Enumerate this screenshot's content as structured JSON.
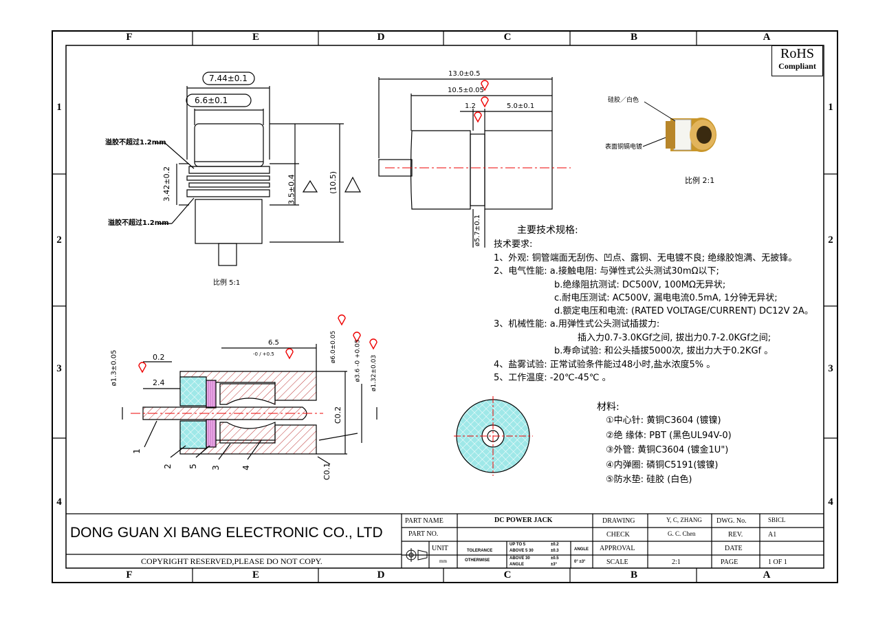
{
  "zones_cols": [
    "F",
    "E",
    "D",
    "C",
    "B",
    "A"
  ],
  "zones_rows": [
    "1",
    "2",
    "3",
    "4"
  ],
  "rohs": {
    "line1": "RoHS",
    "line2": "Compliant"
  },
  "top_view": {
    "dim_width_outer": "7.44±0.1",
    "dim_width_inner": "6.6±0.1",
    "note_top": "溢胶不超过1.2mm",
    "note_bottom": "溢胶不超过1.2mm",
    "dim_groove": "3.42±0.2",
    "dim_body": "3.5±0.4",
    "dim_total": "(10.5)",
    "scale": "比例  5:1"
  },
  "side_view": {
    "dim_total": "13.0±0.5",
    "dim_body": "10.5±0.05",
    "dim_step": "1.2",
    "dim_head": "5.0±0.1",
    "dim_dia": "ø5.7±0.1"
  },
  "photo": {
    "label1": "硅胶／白色",
    "label2": "表面铜镉电镀",
    "scale": "比例    2:1"
  },
  "spec": {
    "title": "主要技术规格:",
    "lines": [
      "技术要求:",
      "1、外观: 铜管端面无刮伤、凹点、露铜、无电镀不良; 绝缘胶饱满、无披锋。",
      "2、电气性能: a.接触电阻: 与弹性式公头测试30mΩ以下;",
      "b.绝缘阻抗测试: DC500V, 100MΩ无异状;",
      "c.耐电压测试: AC500V, 漏电电流0.5mA, 1分钟无异状;",
      "d.额定电压和电流: (RATED VOLTAGE/CURRENT) DC12V 2A。",
      "3、机械性能: a.用弹性式公头测试插拔力:",
      "插入力0.7-3.0KGf之间, 拔出力0.7-2.0KGf之间;",
      "b.寿命试验: 和公头插拔5000次, 拔出力大于0.2KGf 。",
      "4、盐雾试验: 正常试验条件能过48小时,盐水浓度5% 。",
      "5、工作温度: -20℃-45℃ 。"
    ]
  },
  "materials": {
    "title": "材料:",
    "items": [
      "①中心针: 黄铜C3604 (镀镍)",
      "②绝 缘体: PBT (黑色UL94V-0)",
      "③外管: 黄铜C3604 (镀金1U\")",
      "④内弹圈: 磷铜C5191(镀镍)",
      "⑤防水垫: 硅胶 (白色)"
    ]
  },
  "section": {
    "dim_pin": "ø1.3±0.05",
    "dim_gap": "0.2",
    "dim_len": "2.4",
    "dim_65": "6.5",
    "dim_65tol": "-0 / +0.5",
    "dim_od": "ø6.0±0.05",
    "dim_id": "ø3.6 -0 +0.05",
    "dim_hole": "ø1.32±0.03",
    "dim_c02": "C0.2",
    "dim_c01": "C0.1",
    "callouts": [
      "1",
      "2",
      "5",
      "3",
      "4"
    ]
  },
  "title_block": {
    "company": "DONG GUAN XI BANG ELECTRONIC CO., LTD",
    "copyright": "COPYRIGHT RESERVED,PLEASE DO NOT COPY.",
    "part_name_label": "PART NAME",
    "part_name": "DC POWER JACK",
    "part_no_label": "PART NO.",
    "unit_label": "UNIT",
    "unit_value": "mm",
    "tolerance_label": "TOLERANCE",
    "otherwise_label": "OTHERWISE",
    "tol1_range": "UP TO 5",
    "tol1_val": "±0.2",
    "tol2_range": "ABOVE 5  30",
    "tol2_val": "±0.3",
    "tol3_range": "ABOVE 30",
    "tol3_val": "±0.5",
    "angle_label": "ANGLE",
    "angle_val": "0°  ±3°",
    "angle_sub_label": "ANGLE",
    "angle_sub_val": "±3°",
    "drawing_label": "DRAWING",
    "drawing_by": "Y, C, ZHANG",
    "check_label": "CHECK",
    "check_by": "G. C. Chen",
    "approval_label": "APPROVAL",
    "scale_label": "SCALE",
    "scale_value": "2:1",
    "dwg_no_label": "DWG. No.",
    "dwg_no": "SBICL",
    "rev_label": "REV.",
    "rev": "A1",
    "date_label": "DATE",
    "page_label": "PAGE",
    "page": "1 OF 1"
  }
}
